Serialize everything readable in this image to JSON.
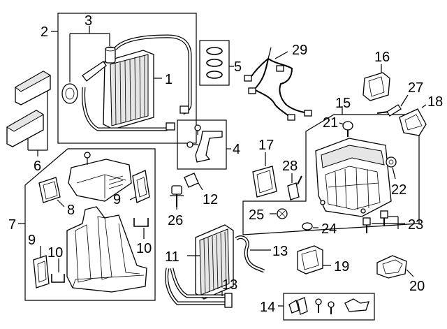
{
  "callouts": {
    "c1": "1",
    "c2": "2",
    "c3": "3",
    "c4": "4",
    "c5": "5",
    "c6": "6",
    "c7": "7",
    "c8": "8",
    "c9a": "9",
    "c9b": "9",
    "c10a": "10",
    "c10b": "10",
    "c11": "11",
    "c12": "12",
    "c13a": "13",
    "c13b": "13",
    "c14": "14",
    "c15": "15",
    "c16": "16",
    "c17": "17",
    "c18": "18",
    "c19": "19",
    "c20": "20",
    "c21": "21",
    "c22": "22",
    "c23": "23",
    "c24": "24",
    "c25": "25",
    "c26": "26",
    "c27": "27",
    "c28": "28",
    "c29": "29"
  }
}
